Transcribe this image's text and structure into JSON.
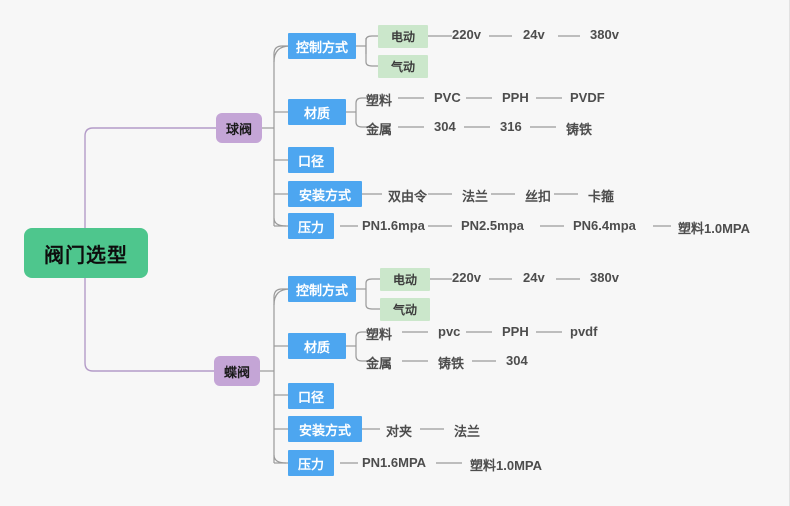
{
  "diagram": {
    "type": "mindmap",
    "title": "阀门选型",
    "background_color": "#f7f7f7",
    "colors": {
      "root": "#4ec68d",
      "branch": "#c4a5d6",
      "category": "#4da6f0",
      "material_tag": "#cbe7cb",
      "link_root": "#b49cc8",
      "link_sub": "#9a9a9a",
      "leaf_text": "#4d4d4d"
    },
    "root": {
      "label": "阀门选型"
    },
    "branches": [
      {
        "label": "球阀",
        "categories": [
          {
            "label": "控制方式",
            "tags": [
              {
                "label": "电动",
                "leaves": [
                  "220v",
                  "24v",
                  "380v"
                ]
              },
              {
                "label": "气动",
                "leaves": []
              }
            ]
          },
          {
            "label": "材质",
            "groups": [
              {
                "label": "塑料",
                "leaves": [
                  "PVC",
                  "PPH",
                  "PVDF"
                ]
              },
              {
                "label": "金属",
                "leaves": [
                  "304",
                  "316",
                  "铸铁"
                ]
              }
            ]
          },
          {
            "label": "口径",
            "leaves": []
          },
          {
            "label": "安装方式",
            "leaves": [
              "双由令",
              "法兰",
              "丝扣",
              "卡箍"
            ]
          },
          {
            "label": "压力",
            "leaves": [
              "PN1.6mpa",
              "PN2.5mpa",
              "PN6.4mpa",
              "塑料1.0MPA"
            ]
          }
        ]
      },
      {
        "label": "蝶阀",
        "categories": [
          {
            "label": "控制方式",
            "tags": [
              {
                "label": "电动",
                "leaves": [
                  "220v",
                  "24v",
                  "380v"
                ]
              },
              {
                "label": "气动",
                "leaves": []
              }
            ]
          },
          {
            "label": "材质",
            "groups": [
              {
                "label": "塑料",
                "leaves": [
                  "pvc",
                  "PPH",
                  "pvdf"
                ]
              },
              {
                "label": "金属",
                "leaves": [
                  "铸铁",
                  "304"
                ]
              }
            ]
          },
          {
            "label": "口径",
            "leaves": []
          },
          {
            "label": "安装方式",
            "leaves": [
              "对夹",
              "法兰"
            ]
          },
          {
            "label": "压力",
            "leaves": [
              "PN1.6MPA",
              "塑料1.0MPA"
            ]
          }
        ]
      }
    ]
  }
}
